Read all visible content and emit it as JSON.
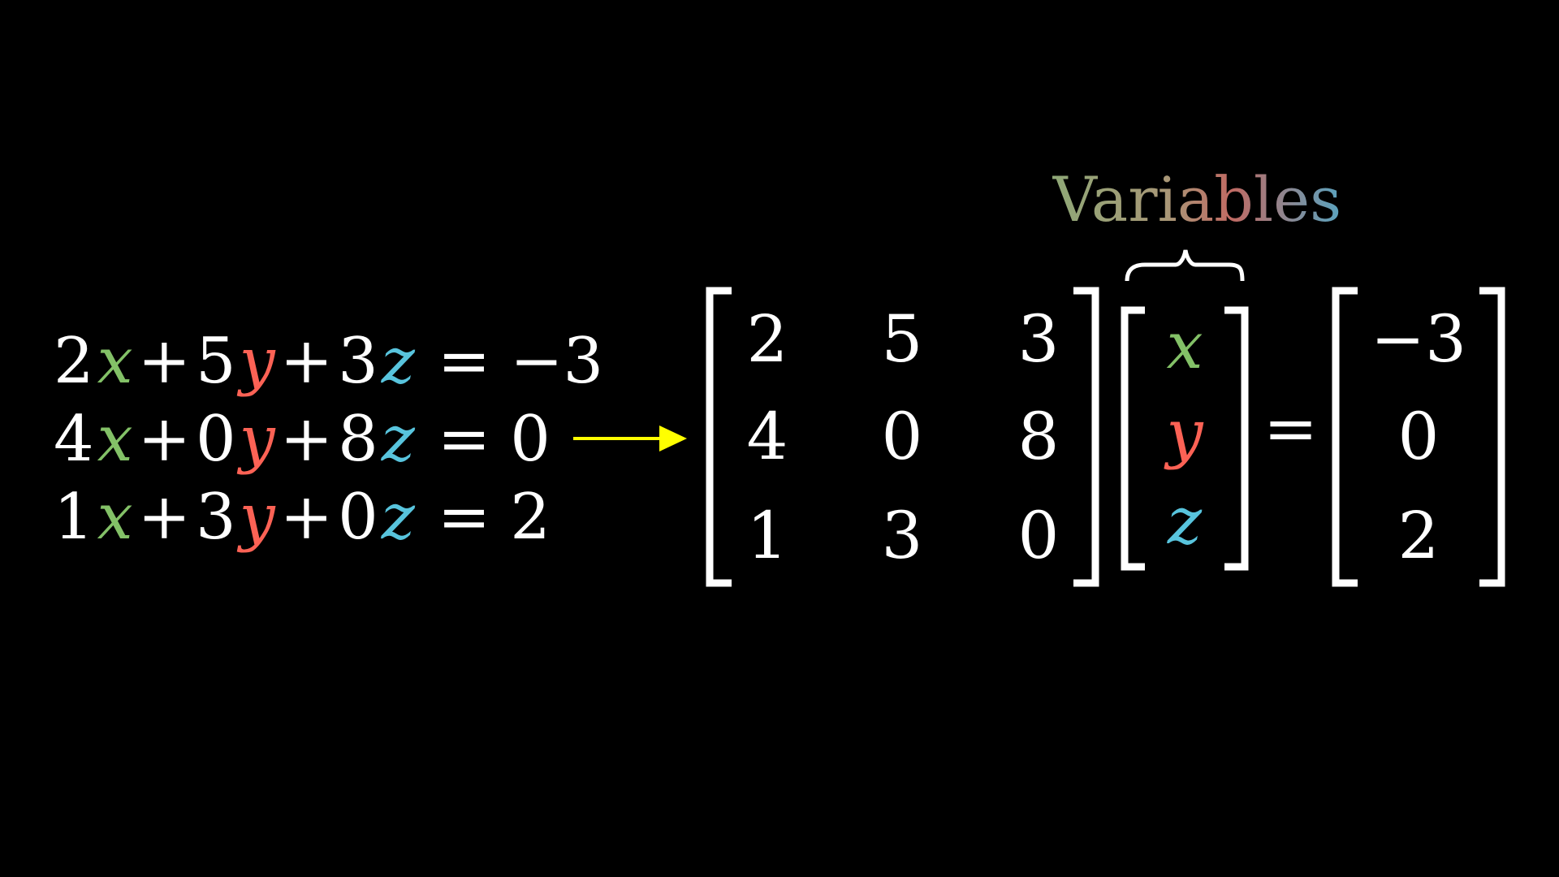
{
  "colors": {
    "background": "#000000",
    "text": "#ffffff",
    "x_color": "#83c167",
    "y_color": "#fc6255",
    "z_color": "#58c4dd",
    "arrow_color": "#ffff00",
    "label_gradient": [
      "#8fa877",
      "#c06a63",
      "#5aa3bf"
    ]
  },
  "equations": [
    {
      "coef_x": "2",
      "var_x": "x",
      "plus1": "+",
      "coef_y": "5",
      "var_y": "y",
      "plus2": "+",
      "coef_z": "3",
      "var_z": "z",
      "equals": "=",
      "rhs": "−3"
    },
    {
      "coef_x": "4",
      "var_x": "x",
      "plus1": "+",
      "coef_y": "0",
      "var_y": "y",
      "plus2": "+",
      "coef_z": "8",
      "var_z": "z",
      "equals": "=",
      "rhs": "0"
    },
    {
      "coef_x": "1",
      "var_x": "x",
      "plus1": "+",
      "coef_y": "3",
      "var_y": "y",
      "plus2": "+",
      "coef_z": "0",
      "var_z": "z",
      "equals": "=",
      "rhs": "2"
    }
  ],
  "arrow_icon": "right-arrow-icon",
  "matrix": [
    [
      "2",
      "5",
      "3"
    ],
    [
      "4",
      "0",
      "8"
    ],
    [
      "1",
      "3",
      "0"
    ]
  ],
  "vector": [
    "x",
    "y",
    "z"
  ],
  "equals_sign": "=",
  "result": [
    "−3",
    "0",
    "2"
  ],
  "brace_label": "Variables"
}
